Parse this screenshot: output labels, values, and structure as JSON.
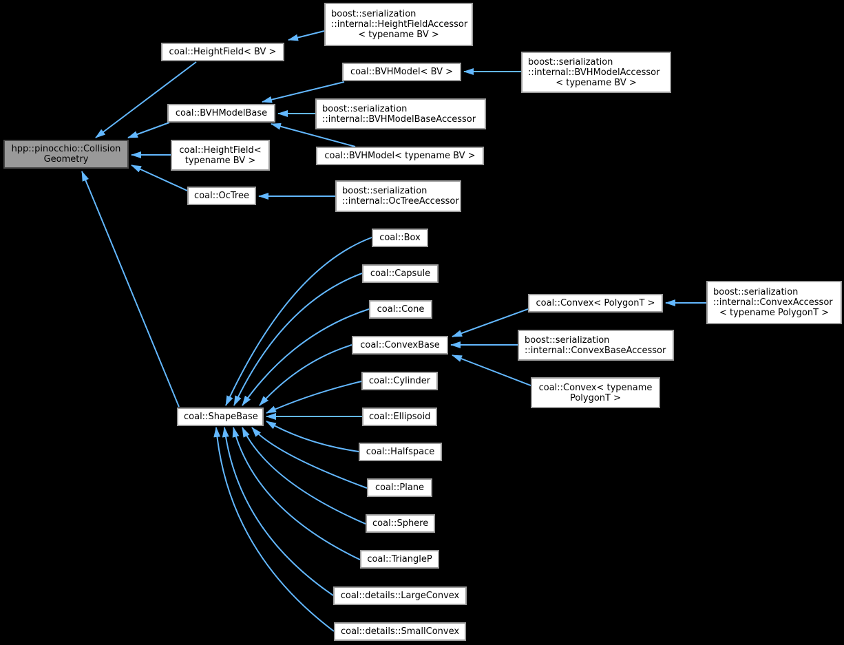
{
  "diagram": {
    "kind": "class-inheritance-graph",
    "colors": {
      "background": "#000000",
      "edge": "#63b8ff",
      "node_fill": "#ffffff",
      "node_border": "#9d9d9d",
      "focus_node_fill": "#999999",
      "focus_node_border": "#474747",
      "text": "#000000"
    },
    "nodes": {
      "collision_geometry": {
        "lines": [
          "hpp::pinocchio::Collision",
          "Geometry"
        ]
      },
      "heightfield_accessor": {
        "lines": [
          "boost::serialization",
          "::internal::HeightFieldAccessor",
          "< typename BV >"
        ]
      },
      "heightfield_bv": {
        "lines": [
          "coal::HeightField< BV >"
        ]
      },
      "bvhmodel_bv": {
        "lines": [
          "coal::BVHModel< BV >"
        ]
      },
      "bvhmodel_accessor": {
        "lines": [
          "boost::serialization",
          "::internal::BVHModelAccessor",
          "< typename BV >"
        ]
      },
      "bvhmodelbase": {
        "lines": [
          "coal::BVHModelBase"
        ]
      },
      "bvhmodelbase_accessor": {
        "lines": [
          "boost::serialization",
          "::internal::BVHModelBaseAccessor"
        ]
      },
      "heightfield_typename_bv": {
        "lines": [
          "coal::HeightField<",
          "typename BV >"
        ]
      },
      "bvhmodel_typename_bv": {
        "lines": [
          "coal::BVHModel< typename BV >"
        ]
      },
      "octree": {
        "lines": [
          "coal::OcTree"
        ]
      },
      "octree_accessor": {
        "lines": [
          "boost::serialization",
          "::internal::OcTreeAccessor"
        ]
      },
      "box": {
        "lines": [
          "coal::Box"
        ]
      },
      "capsule": {
        "lines": [
          "coal::Capsule"
        ]
      },
      "cone": {
        "lines": [
          "coal::Cone"
        ]
      },
      "convex_polygont": {
        "lines": [
          "coal::Convex< PolygonT >"
        ]
      },
      "convex_accessor": {
        "lines": [
          "boost::serialization",
          "::internal::ConvexAccessor",
          "< typename PolygonT >"
        ]
      },
      "convexbase": {
        "lines": [
          "coal::ConvexBase"
        ]
      },
      "convexbase_accessor": {
        "lines": [
          "boost::serialization",
          "::internal::ConvexBaseAccessor"
        ]
      },
      "convex_typename_polygont": {
        "lines": [
          "coal::Convex< typename",
          "PolygonT >"
        ]
      },
      "cylinder": {
        "lines": [
          "coal::Cylinder"
        ]
      },
      "shapebase": {
        "lines": [
          "coal::ShapeBase"
        ]
      },
      "ellipsoid": {
        "lines": [
          "coal::Ellipsoid"
        ]
      },
      "halfspace": {
        "lines": [
          "coal::Halfspace"
        ]
      },
      "plane": {
        "lines": [
          "coal::Plane"
        ]
      },
      "sphere": {
        "lines": [
          "coal::Sphere"
        ]
      },
      "trianglep": {
        "lines": [
          "coal::TriangleP"
        ]
      },
      "large_convex": {
        "lines": [
          "coal::details::LargeConvex"
        ]
      },
      "small_convex": {
        "lines": [
          "coal::details::SmallConvex"
        ]
      }
    },
    "edges": [
      {
        "from": "coal::HeightField< BV >",
        "to": "hpp::pinocchio::CollisionGeometry"
      },
      {
        "from": "coal::BVHModelBase",
        "to": "hpp::pinocchio::CollisionGeometry"
      },
      {
        "from": "coal::HeightField< typename BV >",
        "to": "hpp::pinocchio::CollisionGeometry"
      },
      {
        "from": "coal::OcTree",
        "to": "hpp::pinocchio::CollisionGeometry"
      },
      {
        "from": "coal::ShapeBase",
        "to": "hpp::pinocchio::CollisionGeometry"
      },
      {
        "from": "boost::serialization::internal::HeightFieldAccessor< typename BV >",
        "to": "coal::HeightField< BV >"
      },
      {
        "from": "boost::serialization::internal::BVHModelAccessor< typename BV >",
        "to": "coal::BVHModel< BV >"
      },
      {
        "from": "coal::BVHModel< BV >",
        "to": "coal::BVHModelBase"
      },
      {
        "from": "boost::serialization::internal::BVHModelBaseAccessor",
        "to": "coal::BVHModelBase"
      },
      {
        "from": "coal::BVHModel< typename BV >",
        "to": "coal::BVHModelBase"
      },
      {
        "from": "boost::serialization::internal::OcTreeAccessor",
        "to": "coal::OcTree"
      },
      {
        "from": "coal::Box",
        "to": "coal::ShapeBase"
      },
      {
        "from": "coal::Capsule",
        "to": "coal::ShapeBase"
      },
      {
        "from": "coal::Cone",
        "to": "coal::ShapeBase"
      },
      {
        "from": "coal::ConvexBase",
        "to": "coal::ShapeBase"
      },
      {
        "from": "coal::Cylinder",
        "to": "coal::ShapeBase"
      },
      {
        "from": "coal::Ellipsoid",
        "to": "coal::ShapeBase"
      },
      {
        "from": "coal::Halfspace",
        "to": "coal::ShapeBase"
      },
      {
        "from": "coal::Plane",
        "to": "coal::ShapeBase"
      },
      {
        "from": "coal::Sphere",
        "to": "coal::ShapeBase"
      },
      {
        "from": "coal::TriangleP",
        "to": "coal::ShapeBase"
      },
      {
        "from": "coal::details::LargeConvex",
        "to": "coal::ShapeBase"
      },
      {
        "from": "coal::details::SmallConvex",
        "to": "coal::ShapeBase"
      },
      {
        "from": "coal::Convex< PolygonT >",
        "to": "coal::ConvexBase"
      },
      {
        "from": "boost::serialization::internal::ConvexBaseAccessor",
        "to": "coal::ConvexBase"
      },
      {
        "from": "coal::Convex< typename PolygonT >",
        "to": "coal::ConvexBase"
      },
      {
        "from": "boost::serialization::internal::ConvexAccessor< typename PolygonT >",
        "to": "coal::Convex< PolygonT >"
      }
    ]
  }
}
